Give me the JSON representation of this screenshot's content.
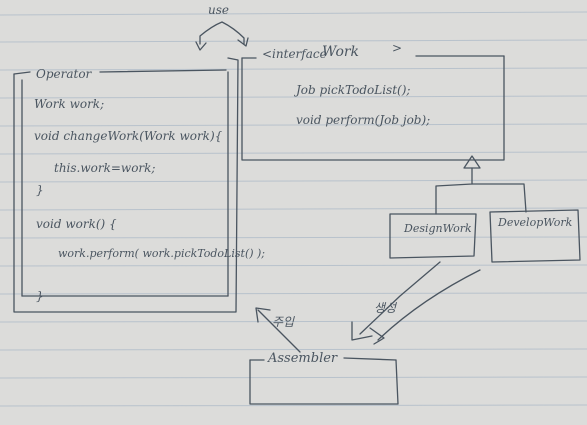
{
  "diagram": {
    "top_relation_label": "use",
    "operator": {
      "title": "Operator",
      "lines": [
        "Work work;",
        "void changeWork(Work work){",
        "this.work=work;",
        "}",
        "void work() {",
        "work.perform( work.pickTodoList() );",
        "}"
      ]
    },
    "interface": {
      "title_prefix": "<interface",
      "title": "Work",
      "title_suffix": ">",
      "methods": [
        "Job pickTodoList();",
        "void perform(Job job);"
      ]
    },
    "implementations": [
      "DesignWork",
      "DevelopWork"
    ],
    "assembler": {
      "title": "Assembler",
      "inject_label": "주입",
      "create_label": "생성"
    }
  },
  "colors": {
    "paper": "#dcdcda",
    "ink": "#4a5560",
    "rule": "#b8c2cc"
  }
}
